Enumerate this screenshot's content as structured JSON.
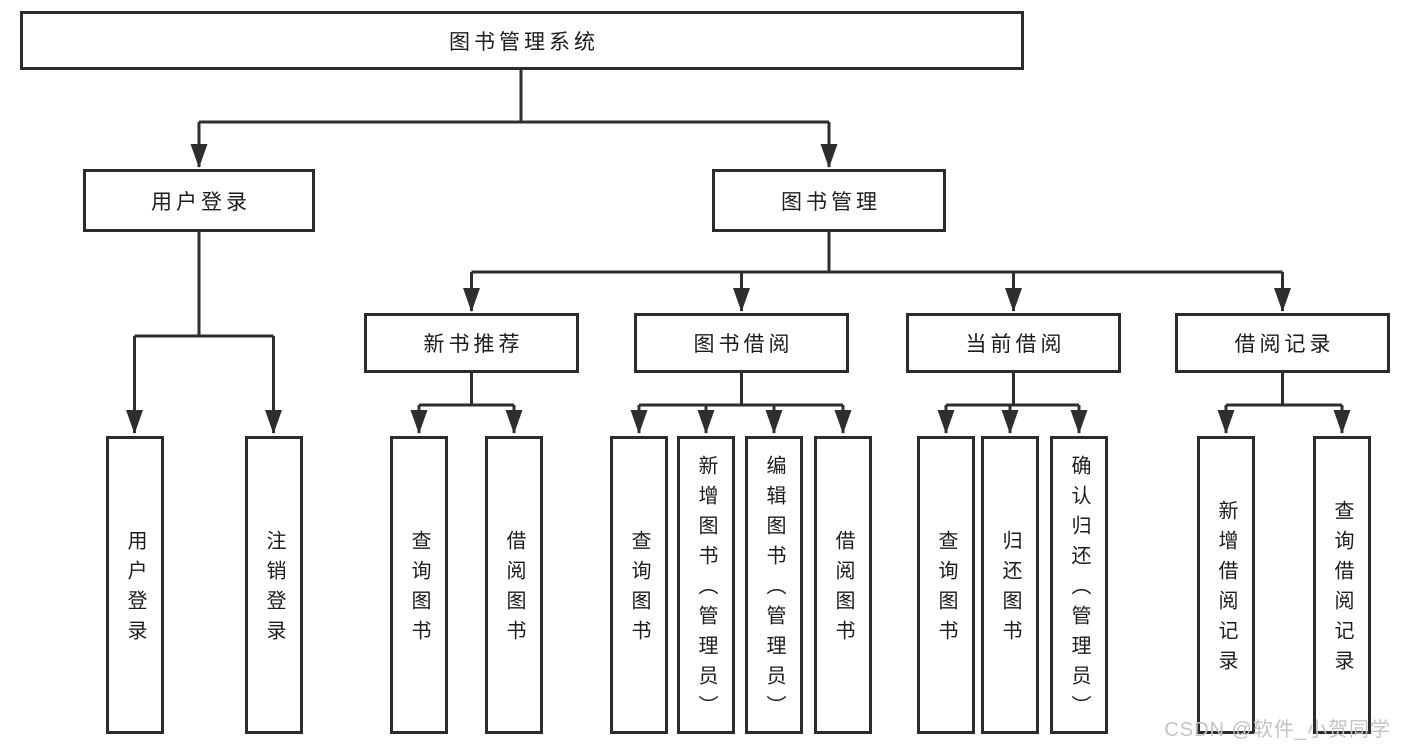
{
  "diagram": {
    "root": {
      "label": "图书管理系统"
    },
    "level2": [
      {
        "label": "用户登录"
      },
      {
        "label": "图书管理"
      }
    ],
    "level3": [
      {
        "label": "新书推荐"
      },
      {
        "label": "图书借阅"
      },
      {
        "label": "当前借阅"
      },
      {
        "label": "借阅记录"
      }
    ],
    "leaves": {
      "login": [
        {
          "label": "用户登录"
        },
        {
          "label": "注销登录"
        }
      ],
      "recommend": [
        {
          "label": "查询图书"
        },
        {
          "label": "借阅图书"
        }
      ],
      "borrow": [
        {
          "label": "查询图书"
        },
        {
          "label": "新增图书（管理员）"
        },
        {
          "label": "编辑图书（管理员）"
        },
        {
          "label": "借阅图书"
        }
      ],
      "current": [
        {
          "label": "查询图书"
        },
        {
          "label": "归还图书"
        },
        {
          "label": "确认归还（管理员）"
        }
      ],
      "records": [
        {
          "label": "新增借阅记录"
        },
        {
          "label": "查询借阅记录"
        }
      ]
    }
  },
  "watermark": {
    "text": "CSDN @软件_小贺同学"
  },
  "colors": {
    "line": "#2e2e2e",
    "box_border": "#2b2b2b",
    "text": "#1c1c1c",
    "watermark": "#c3c3c3",
    "background": "#ffffff"
  }
}
